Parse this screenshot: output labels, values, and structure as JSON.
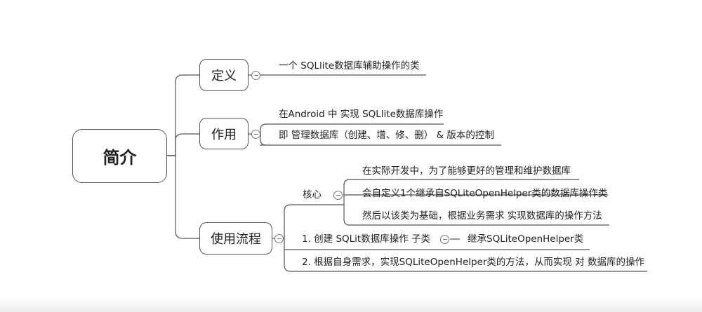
{
  "root": {
    "label": "简介"
  },
  "branches": [
    {
      "label": "定义",
      "items": [
        {
          "text": "一个 SQLlite数据库辅助操作的类"
        }
      ]
    },
    {
      "label": "作用",
      "items": [
        {
          "text": "在Android 中 实现 SQLlite数据库操作"
        },
        {
          "text": "即 管理数据库（创建、增、修、删） & 版本的控制"
        }
      ]
    },
    {
      "label": "使用流程",
      "items": [
        {
          "text": "核心",
          "children": [
            {
              "text": "在实际开发中，为了能够更好的管理和维护数据库"
            },
            {
              "text": "会自定义1个继承自SQLiteOpenHelper类的数据库操作类"
            },
            {
              "text": "然后以该类为基础，根据业务需求 实现数据库的操作方法"
            }
          ]
        },
        {
          "text": "1. 创建 SQLit数据库操作 子类",
          "children": [
            {
              "text": "继承SQLiteOpenHelper类"
            }
          ]
        },
        {
          "text": "2. 根据自身需求，实现SQLiteOpenHelper类的方法，从而实现 对 数据库的操作"
        }
      ]
    }
  ]
}
